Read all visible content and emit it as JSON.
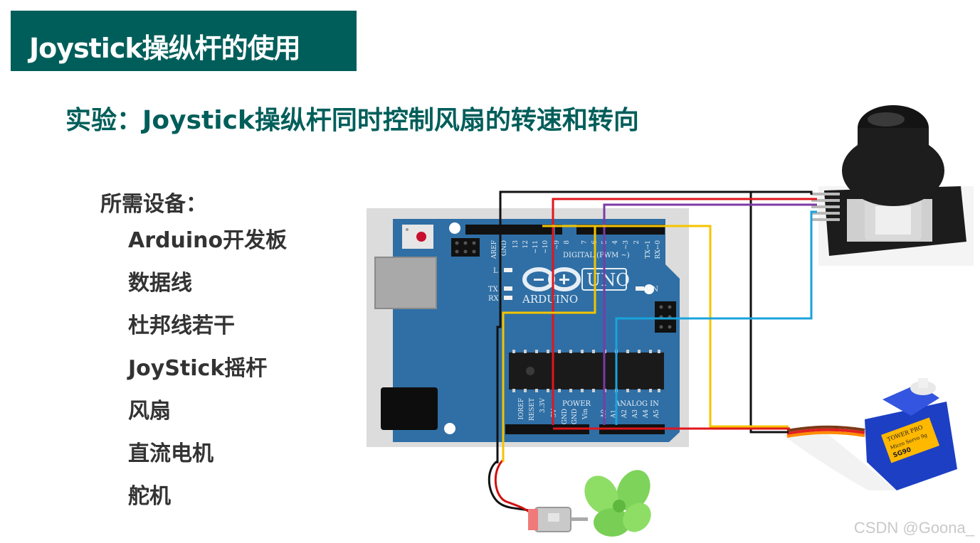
{
  "title": "Joystick操纵杆的使用",
  "heading": "实验：Joystick操纵杆同时控制风扇的转速和转向",
  "equipment": {
    "label": "所需设备：",
    "items": [
      "Arduino开发板",
      "数据线",
      "杜邦线若干",
      "JoyStick摇杆",
      "风扇",
      "直流电机",
      "舵机"
    ]
  },
  "board": {
    "brand": "ARDUINO",
    "model": "UNO",
    "on_label": "ON",
    "digital_label": "DIGITAL (PWM ~)",
    "power_label": "POWER",
    "analog_label": "ANALOG IN",
    "led_l": "L",
    "led_tx": "TX",
    "led_rx": "RX",
    "top_pins": [
      "AREF",
      "GND",
      "13",
      "12",
      "~11",
      "~10",
      "~9",
      "8",
      "7",
      "~6",
      "~5",
      "4",
      "~3",
      "2",
      "TX→1",
      "RX←0"
    ],
    "power_pins": [
      "IOREF",
      "RESET",
      "3.3V",
      "5V",
      "GND",
      "GND",
      "Vin"
    ],
    "analog_pins": [
      "A0",
      "A1",
      "A2",
      "A3",
      "A4",
      "A5"
    ]
  },
  "servo": {
    "brand": "TOWER PRO",
    "text": "Micro Servo 9g",
    "model": "SG90"
  },
  "wire_colors": {
    "black": "#111111",
    "red": "#e0161b",
    "purple": "#7b3aa5",
    "yellow": "#f5c400",
    "blue": "#1aa3dc"
  },
  "watermark": "CSDN @Goona_"
}
